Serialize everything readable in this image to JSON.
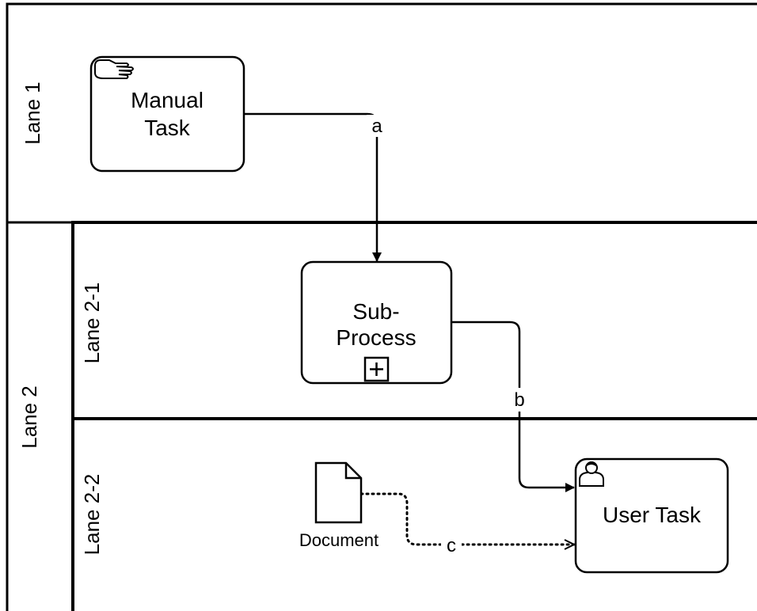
{
  "lanes": {
    "lane1": "Lane 1",
    "lane2": "Lane 2",
    "lane2_1": "Lane 2-1",
    "lane2_2": "Lane 2-2"
  },
  "tasks": {
    "manual": {
      "line1": "Manual",
      "line2": "Task",
      "icon": "hand-icon"
    },
    "subprocess": {
      "line1": "Sub-",
      "line2": "Process",
      "icon": "plus-marker-icon"
    },
    "user": {
      "label": "User Task",
      "icon": "user-icon"
    }
  },
  "data_object": {
    "label": "Document",
    "icon": "document-icon"
  },
  "flows": {
    "a": "a",
    "b": "b",
    "c": "c"
  },
  "colors": {
    "stroke": "#000000",
    "background": "#ffffff"
  }
}
